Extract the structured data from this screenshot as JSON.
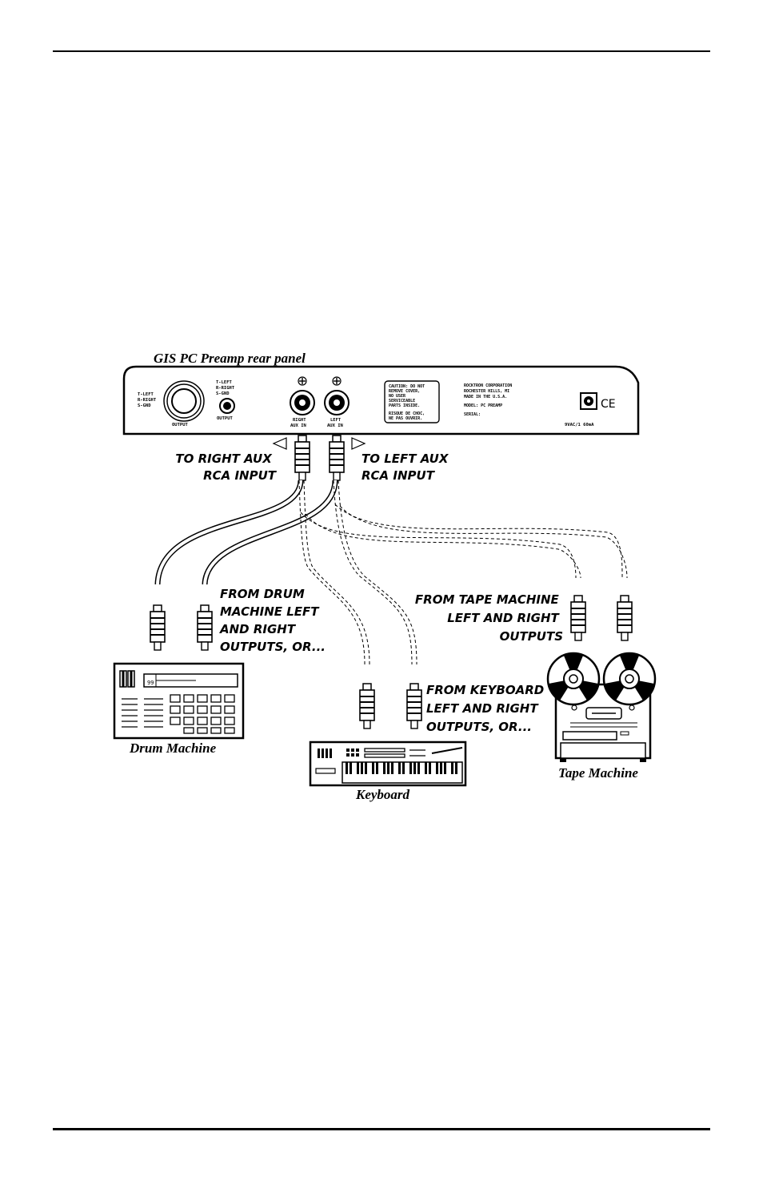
{
  "diagram": {
    "title": "GIS PC Preamp rear panel",
    "panel": {
      "output_jack_legend": [
        "T-LEFT",
        "R-RIGHT",
        "S-GND"
      ],
      "output_jack_label": "OUTPUT",
      "small_jack_legend": [
        "T-LEFT",
        "R-RIGHT",
        "S-GND"
      ],
      "small_jack_label": "OUTPUT",
      "right_aux_label": [
        "RIGHT",
        "AUX IN"
      ],
      "left_aux_label": [
        "LEFT",
        "AUX IN"
      ],
      "caution_lines": [
        "CAUTION: DO NOT",
        "REMOVE COVER,",
        "NO USER",
        "SERVICEABLE",
        "PARTS INSIDE.",
        "",
        "RISQUE DE CHOC,",
        "NE PAS OUVRIR."
      ],
      "company_lines": [
        "ROCKTRON CORPORATION",
        "ROCHESTER HILLS, MI",
        "MADE IN THE U.S.A."
      ],
      "model_label": "MODEL: PC PREAMP",
      "serial_label": "SERIAL:",
      "power_label": "9VAC/1 60mA",
      "ce_mark": "CE"
    },
    "callouts": {
      "to_right_aux": [
        "TO RIGHT AUX",
        "RCA INPUT"
      ],
      "to_left_aux": [
        "TO LEFT AUX",
        "RCA INPUT"
      ],
      "from_drum": [
        "FROM DRUM",
        "MACHINE LEFT",
        "AND RIGHT",
        "OUTPUTS, OR..."
      ],
      "from_tape": [
        "FROM TAPE MACHINE",
        "LEFT AND RIGHT",
        "OUTPUTS"
      ],
      "from_keyboard": [
        "FROM KEYBOARD",
        "LEFT AND RIGHT",
        "OUTPUTS, OR..."
      ]
    },
    "devices": {
      "drum_machine": "Drum Machine",
      "drum_display": "99",
      "keyboard": "Keyboard",
      "tape_machine": "Tape Machine"
    }
  }
}
